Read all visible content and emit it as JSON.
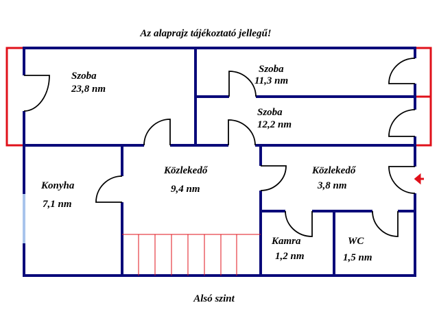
{
  "title": "Az alaprajz tájékoztató jellegű!",
  "footer": "Alsó szint",
  "rooms": [
    {
      "name": "Szoba",
      "area": "23,8 nm"
    },
    {
      "name": "Szoba",
      "area": "11,3 nm"
    },
    {
      "name": "Szoba",
      "area": "12,2 nm"
    },
    {
      "name": "Konyha",
      "area": "7,1 nm"
    },
    {
      "name": "Közlekedő",
      "area": "9,4 nm"
    },
    {
      "name": "Közlekedő",
      "area": "3,8 nm"
    },
    {
      "name": "Kamra",
      "area": "1,2 nm"
    },
    {
      "name": "WC",
      "area": "1,5 nm"
    }
  ],
  "colors": {
    "wall": "#0a0a7a",
    "balcony": "#e0101a",
    "window": "#a8c4ec"
  }
}
